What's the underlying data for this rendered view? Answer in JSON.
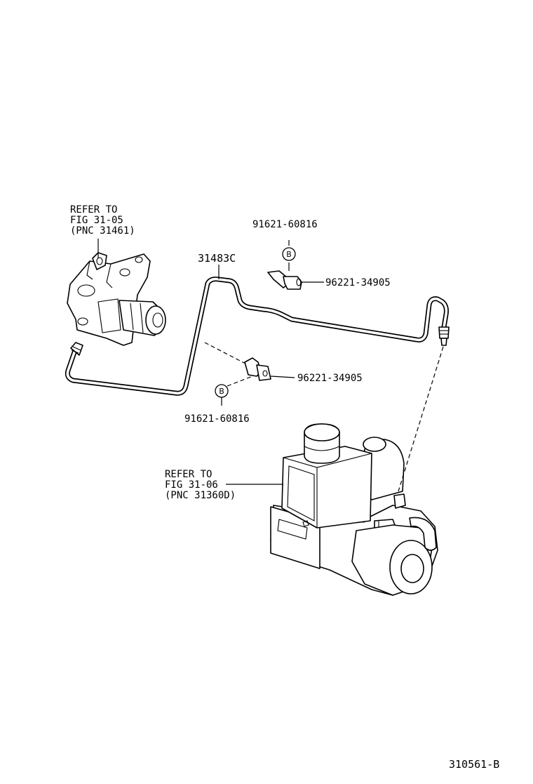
{
  "figure": {
    "figure_id": "310561-B",
    "labels": {
      "ref_cylinder_1": "REFER TO",
      "ref_cylinder_2": "FIG 31-05",
      "ref_cylinder_3": "(PNC 31461)",
      "ref_master_1": "REFER TO",
      "ref_master_2": "FIG 31-06",
      "ref_master_3": "(PNC 31360D)",
      "tube_part": "31483C",
      "bolt_top": "91621-60816",
      "clamp_top": "96221-34905",
      "clamp_mid": "96221-34905",
      "bolt_bottom": "91621-60816"
    },
    "badges": {
      "b_top": "B",
      "b_bottom": "B"
    }
  }
}
